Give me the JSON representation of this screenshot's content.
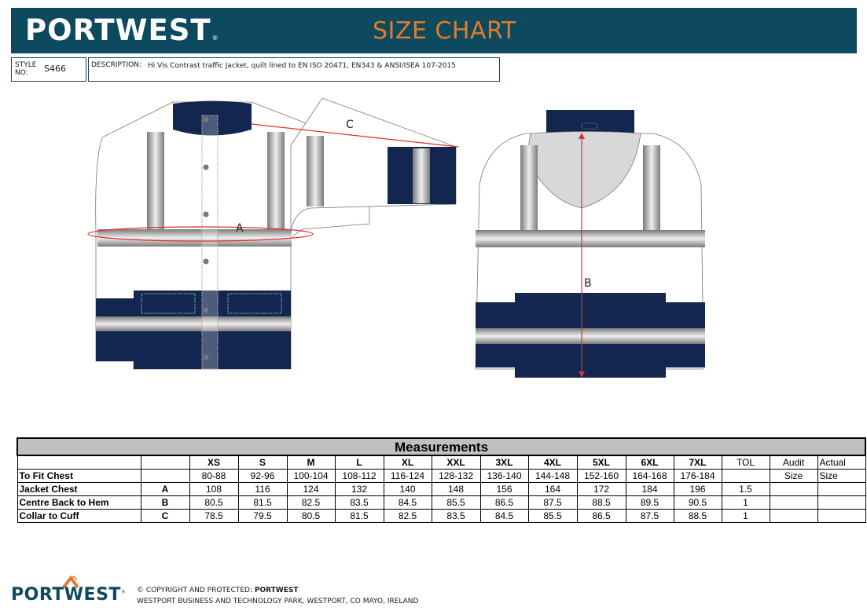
{
  "header": {
    "brand": "PORTWEST",
    "registered": "®",
    "title": "SIZE CHART",
    "bar_color": "#0d4a5f",
    "title_color": "#e07a2e"
  },
  "info": {
    "style_label": "STYLE NO:",
    "style_no": "S466",
    "description_label": "DESCRIPTION:",
    "description": "Hi Vis Contrast traffic Jacket, quilt lined to EN ISO 20471, EN343 & ANSI/ISEA 107-2015"
  },
  "diagram": {
    "front_labels": {
      "a": "A",
      "c": "C"
    },
    "back_labels": {
      "b": "B"
    },
    "colors": {
      "navy": "#13264f",
      "reflective": "#9a9a9a",
      "measure_line": "#e03030"
    }
  },
  "table": {
    "title": "Measurements",
    "sizes": [
      "XS",
      "S",
      "M",
      "L",
      "XL",
      "XXL",
      "3XL",
      "4XL",
      "5XL",
      "6XL",
      "7XL"
    ],
    "tol_header": "TOL",
    "audit_header": [
      "Audit",
      "Size"
    ],
    "actual_header": [
      "Actual",
      "Size"
    ],
    "rows": [
      {
        "label": "To Fit Chest",
        "code": "",
        "values": [
          "80-88",
          "92-96",
          "100-104",
          "108-112",
          "116-124",
          "128-132",
          "136-140",
          "144-148",
          "152-160",
          "164-168",
          "176-184"
        ],
        "tol": ""
      },
      {
        "label": "Jacket Chest",
        "code": "A",
        "values": [
          "108",
          "116",
          "124",
          "132",
          "140",
          "148",
          "156",
          "164",
          "172",
          "184",
          "196"
        ],
        "tol": "1.5"
      },
      {
        "label": "Centre Back to Hem",
        "code": "B",
        "values": [
          "80.5",
          "81.5",
          "82.5",
          "83.5",
          "84.5",
          "85.5",
          "86.5",
          "87.5",
          "88.5",
          "89.5",
          "90.5"
        ],
        "tol": "1"
      },
      {
        "label": "Collar to Cuff",
        "code": "C",
        "values": [
          "78.5",
          "79.5",
          "80.5",
          "81.5",
          "82.5",
          "83.5",
          "84.5",
          "85.5",
          "86.5",
          "87.5",
          "88.5"
        ],
        "tol": "1"
      }
    ]
  },
  "footer": {
    "brand": "PORTWEST",
    "registered": "®",
    "copyright_prefix": "© COPYRIGHT AND PROTECTED: ",
    "copyright_owner": "PORTWEST",
    "address": "WESTPORT BUSINESS AND TECHNOLOGY PARK, WESTPORT, CO MAYO, IRELAND"
  }
}
